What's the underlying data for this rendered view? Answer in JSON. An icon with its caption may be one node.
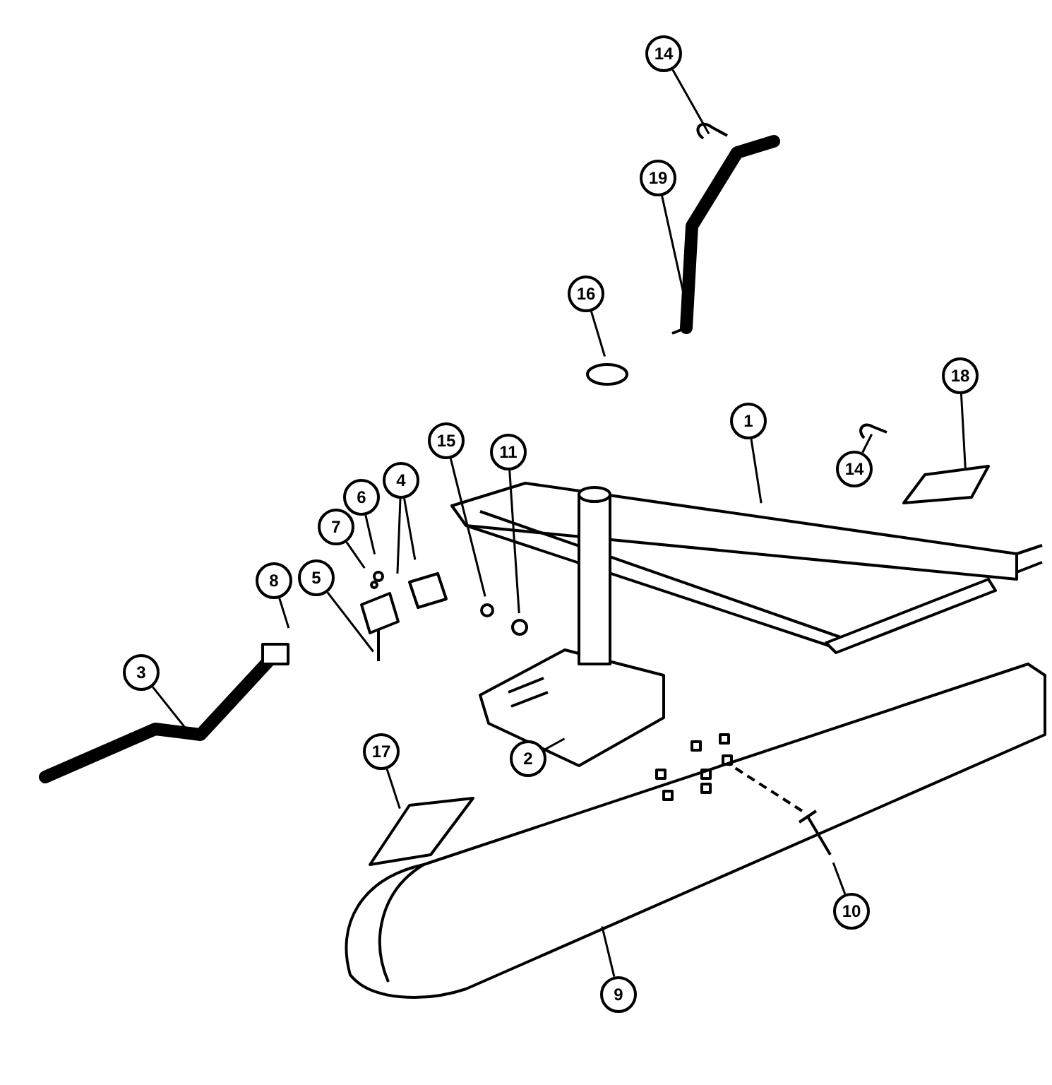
{
  "diagram": {
    "nodes": [
      {
        "text": [
          "14"
        ]
      },
      {
        "text": [
          "19"
        ]
      },
      {
        "text": [
          "16"
        ]
      },
      {
        "text": [
          "18"
        ]
      },
      {
        "text": [
          "1"
        ]
      },
      {
        "text": [
          "14"
        ]
      },
      {
        "text": [
          "15"
        ]
      },
      {
        "text": [
          "11"
        ]
      },
      {
        "text": [
          "6"
        ]
      },
      {
        "text": [
          "4"
        ]
      },
      {
        "text": [
          "7"
        ]
      },
      {
        "text": [
          "8"
        ]
      },
      {
        "text": [
          "5"
        ]
      },
      {
        "text": [
          "3"
        ]
      },
      {
        "text": [
          "17"
        ]
      },
      {
        "text": [
          "2"
        ]
      },
      {
        "text": [
          "10"
        ]
      },
      {
        "text": [
          "9"
        ]
      }
    ],
    "edges": [
      {
        "from": 0,
        "to": null,
        "arrow": "none"
      },
      {
        "from": 1,
        "to": null,
        "arrow": "none"
      },
      {
        "from": 2,
        "to": null,
        "arrow": "none"
      },
      {
        "from": 3,
        "to": null,
        "arrow": "none"
      },
      {
        "from": 4,
        "to": null,
        "arrow": "none"
      },
      {
        "from": 5,
        "to": null,
        "arrow": "none"
      },
      {
        "from": 6,
        "to": null,
        "arrow": "none"
      },
      {
        "from": 7,
        "to": null,
        "arrow": "none"
      },
      {
        "from": 8,
        "to": null,
        "arrow": "none"
      },
      {
        "from": 9,
        "to": null,
        "arrow": "none"
      },
      {
        "from": 9,
        "to": null,
        "arrow": "none"
      },
      {
        "from": 10,
        "to": null,
        "arrow": "none"
      },
      {
        "from": 11,
        "to": null,
        "arrow": "none"
      },
      {
        "from": 12,
        "to": null,
        "arrow": "none"
      },
      {
        "from": 13,
        "to": null,
        "arrow": "none"
      },
      {
        "from": 14,
        "to": null,
        "arrow": "none"
      },
      {
        "from": 15,
        "to": null,
        "arrow": "none"
      },
      {
        "from": 16,
        "to": null,
        "arrow": "none"
      },
      {
        "from": 17,
        "to": null,
        "arrow": "none"
      }
    ]
  }
}
